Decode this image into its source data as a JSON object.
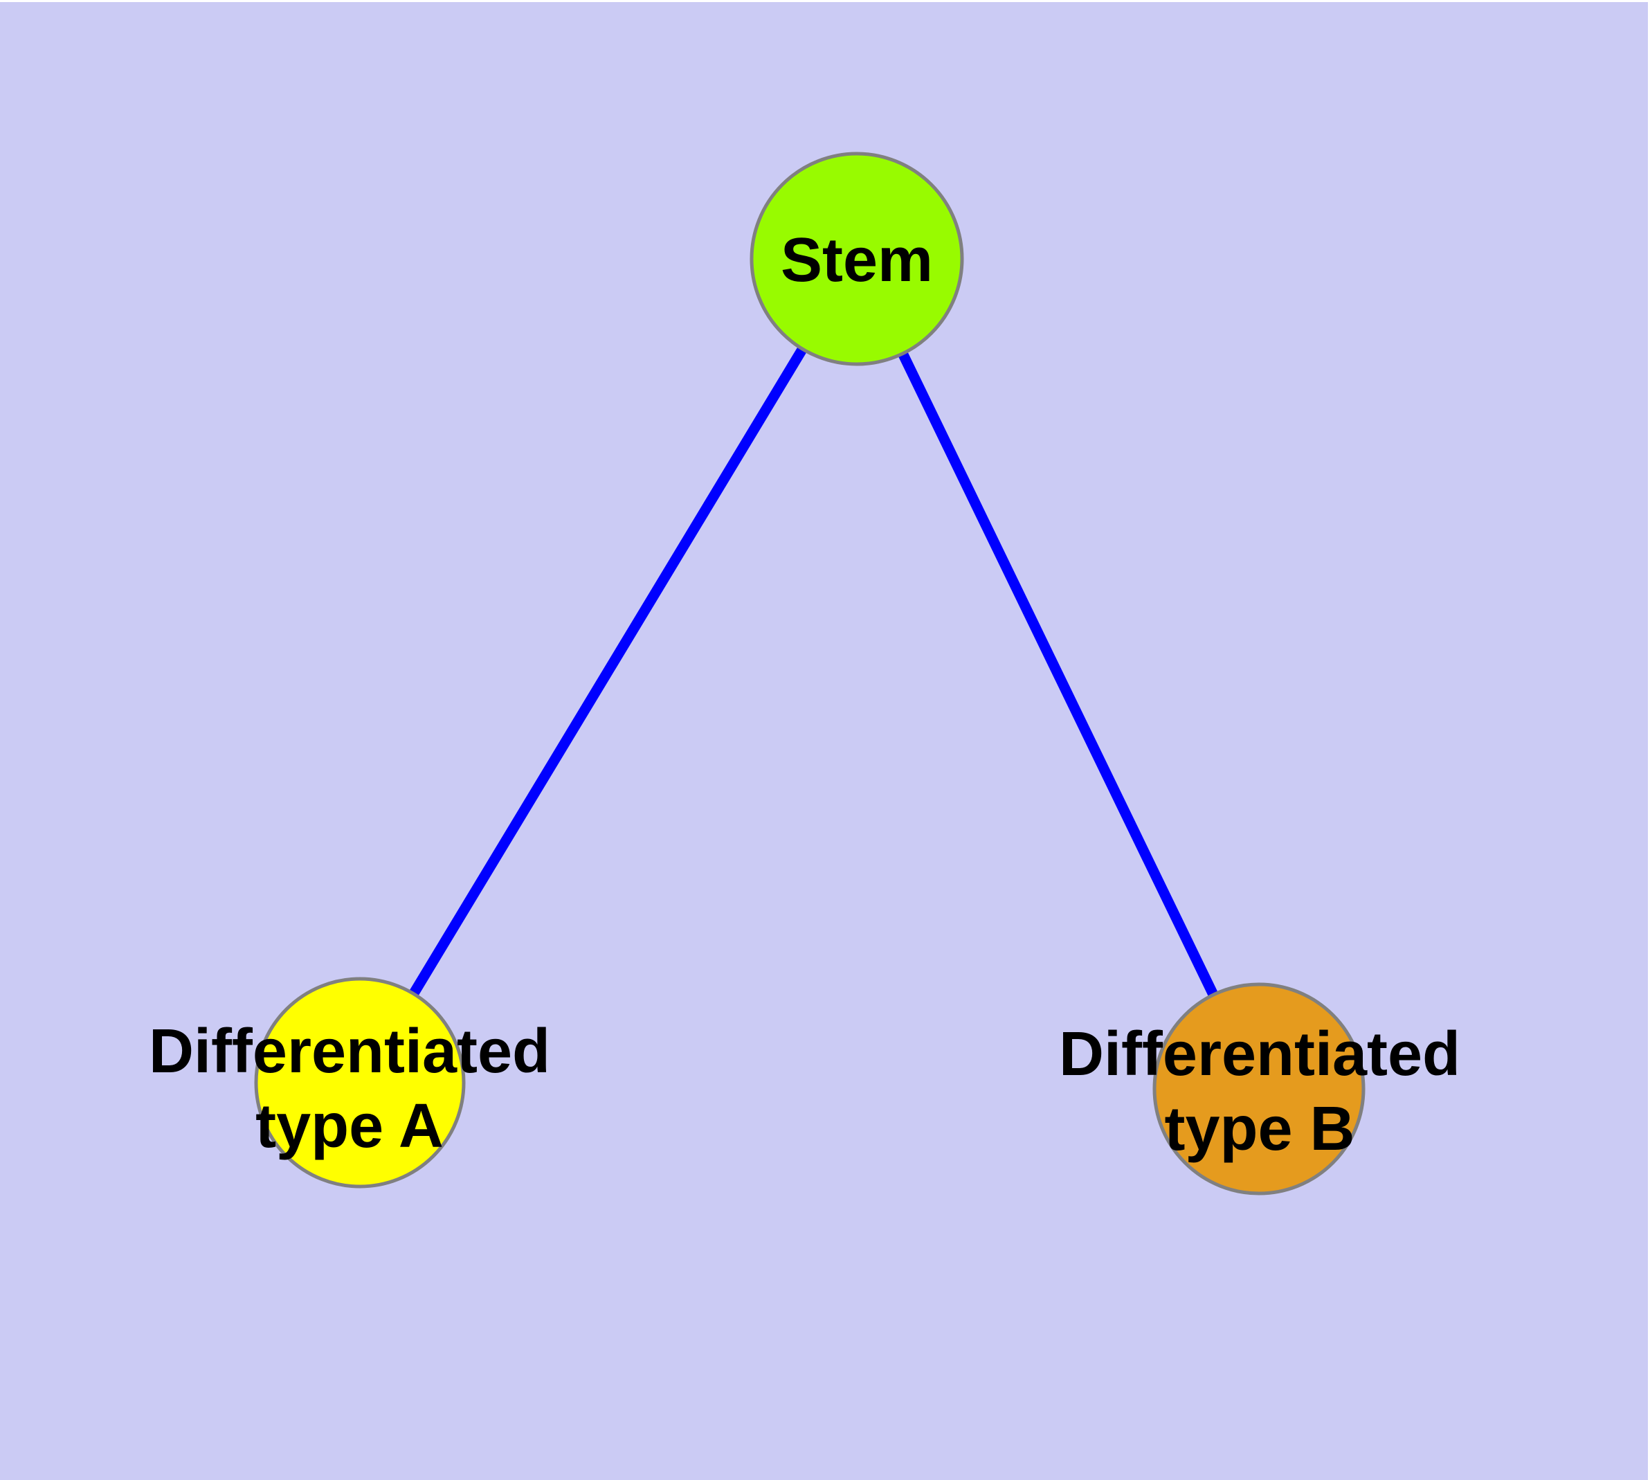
{
  "figure": {
    "type": "node-link-diagram",
    "colors": {
      "background": "#CBCBF4",
      "frame": "#FFFFFF",
      "node_border": "#808080",
      "label": "#000000"
    }
  },
  "nodes": [
    {
      "id": "stem",
      "label": "Stem",
      "lines": [
        "Stem"
      ],
      "fill": "#98FB00"
    },
    {
      "id": "type-a",
      "label": "Differentiated type A",
      "lines": [
        "Differentiated",
        "type A"
      ],
      "fill": "#FFFF00"
    },
    {
      "id": "type-b",
      "label": "Differentiated type B",
      "lines": [
        "Differentiated",
        "type B"
      ],
      "fill": "#E59B1E"
    }
  ],
  "edges": [
    {
      "from": "stem",
      "to": "type-a",
      "color": "#0000FF"
    },
    {
      "from": "stem",
      "to": "type-b",
      "color": "#0000FF"
    }
  ]
}
